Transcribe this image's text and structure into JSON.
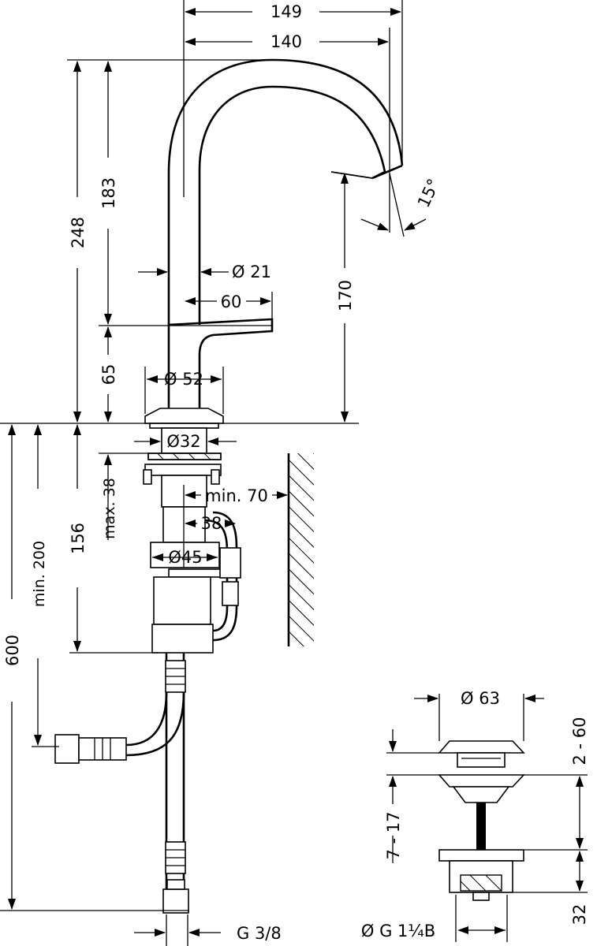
{
  "dimensions": {
    "width_149": "149",
    "width_140": "140",
    "angle_15": "15°",
    "h_183": "183",
    "h_248": "248",
    "h_170": "170",
    "dia_21": "Ø 21",
    "w_60": "60",
    "h_65": "65",
    "dia_52": "Ø 52",
    "dia_32": "Ø32",
    "max_38": "max. 38",
    "min_70": "min. 70",
    "w_38": "38",
    "dia_45": "Ø45",
    "h_156": "156",
    "min_200": "min. 200",
    "h_600": "600",
    "g_3_8": "G 3/8"
  },
  "drain_detail": {
    "dia_63": "Ø 63",
    "range_2_60": "2 - 60",
    "range_7_17": "7 - 17",
    "h_32": "32",
    "thread": "Ø G 1¼B"
  }
}
